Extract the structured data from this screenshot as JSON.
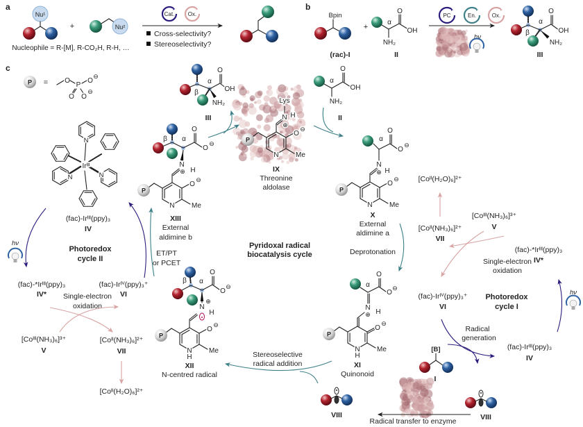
{
  "panel_labels": {
    "a": "a",
    "b": "b",
    "c": "c"
  },
  "atoms": {
    "O": "O",
    "OH": "OH",
    "NH2": "NH₂",
    "N": "N",
    "H": "H",
    "Me": "Me",
    "P": "P",
    "alpha": "α",
    "beta": "β",
    "minus": "⊖",
    "plus": "⊕",
    "Ir": "Irᴵᴵᴵ",
    "Lys": "Lys",
    "Bpin": "Bpin",
    "B": "[B]",
    "Nu1": "Nu¹",
    "Nu2": "Nu²",
    "equals": "=",
    "plus_sign": "+"
  },
  "panel_a": {
    "nucleophile_note": "Nucleophile = R-[M], R-CO₂H, R-H, …",
    "cycles": [
      "Cat.",
      "Ox."
    ],
    "questions": [
      "Cross-selectivity?",
      "Stereoselectivity?"
    ]
  },
  "panel_b": {
    "cycles": [
      "PC",
      "En.",
      "Ox."
    ],
    "hv": "hν",
    "compound_I": "(rac)-I",
    "compound_II": "II",
    "compound_III": "III"
  },
  "panel_c": {
    "hv": "hν",
    "III": "III",
    "II": "II",
    "IX": {
      "id": "IX",
      "name1": "Threonine",
      "name2": "aldolase"
    },
    "X": {
      "id": "X",
      "name1": "External",
      "name2": "aldimine a"
    },
    "XI": {
      "id": "XI",
      "name1": "Quinonoid"
    },
    "XII": {
      "id": "XII",
      "name1": "N-centred radical"
    },
    "XIII": {
      "id": "XIII",
      "name1": "External",
      "name2": "aldimine b"
    },
    "I": "I",
    "VIII": "VIII",
    "center_title": [
      "Pyridoxal radical",
      "biocatalysis cycle"
    ],
    "deprotonation": "Deprotonation",
    "stereoselective": [
      "Stereoselective",
      "radical addition"
    ],
    "radical_transfer": "Radical transfer to enzyme",
    "radical_generation": [
      "Radical",
      "generation"
    ],
    "etpt": [
      "ET/PT",
      "or PCET"
    ],
    "cycle_I": [
      "Photoredox",
      "cycle I"
    ],
    "cycle_II": [
      "Photoredox",
      "cycle II"
    ],
    "single_electron": [
      "Single-electron",
      "oxidation"
    ],
    "IrIII": "(fac)-Irᴵᴵᴵ(ppy)₃",
    "IrIII_star": "(fac)-*Irᴵᴵᴵ(ppy)₃",
    "IrIV": "(fac)-Irᴵⱽ(ppy)₃⁺",
    "CoIII": "[Coᴵᴵᴵ(NH₃)₆]³⁺",
    "CoII_NH3": "[Coᴵᴵ(NH₃)₆]²⁺",
    "CoII_H2O": "[Coᴵᴵ(H₂O)₆]²⁺",
    "ids": {
      "IV": "IV",
      "IV_star": "IV*",
      "V": "V",
      "VI": "VI",
      "VII": "VII"
    }
  },
  "colors": {
    "red_group": "#b3232f",
    "blue_group": "#2f62a3",
    "green_group": "#3b9c7b",
    "photocatalyst": "#2a1c7c",
    "enzyme": "#3e8088",
    "oxidant": "#d8a3a3",
    "amine": "#8a3b7c"
  }
}
